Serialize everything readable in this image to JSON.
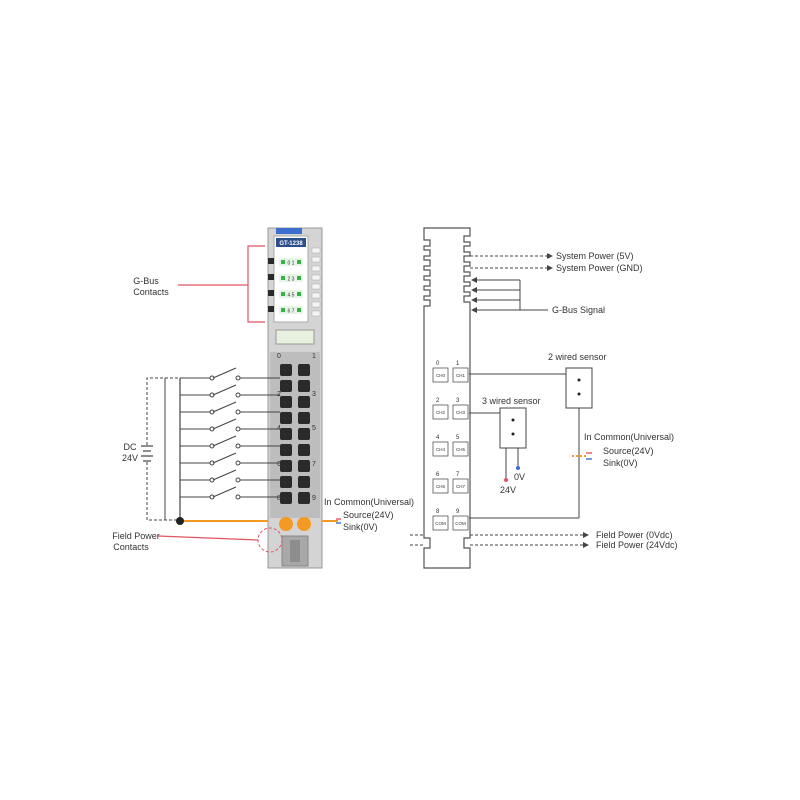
{
  "module": {
    "model": "GT-1238",
    "led_labels": [
      "0 1",
      "2 3",
      "4 5",
      "6 7"
    ],
    "terminal_numbers": [
      "0",
      "1",
      "2",
      "3",
      "4",
      "5",
      "6",
      "7",
      "8",
      "9"
    ]
  },
  "left_labels": {
    "gbus_line1": "G-Bus",
    "gbus_line2": "Contacts",
    "dc_line1": "DC",
    "dc_line2": "24V",
    "field_power_line1": "Field Power",
    "field_power_line2": "Contacts",
    "in_common": "In Common(Universal)",
    "source": "Source(24V)",
    "sink": "Sink(0V)"
  },
  "schematic": {
    "system_power_5v": "System Power (5V)",
    "system_power_gnd": "System Power (GND)",
    "gbus_signal": "G-Bus Signal",
    "two_wired_sensor": "2 wired sensor",
    "three_wired_sensor": "3 wired sensor",
    "in_common": "In Common(Universal)",
    "source": "Source(24V)",
    "sink": "Sink(0V)",
    "zero_v": "0V",
    "v24": "24V",
    "field_power_0v": "Field Power (0Vdc)",
    "field_power_24v": "Field Power (24Vdc)",
    "channels": [
      {
        "num": "0",
        "label": "CH0"
      },
      {
        "num": "1",
        "label": "CH1"
      },
      {
        "num": "2",
        "label": "CH2"
      },
      {
        "num": "3",
        "label": "CH3"
      },
      {
        "num": "4",
        "label": "CH4"
      },
      {
        "num": "5",
        "label": "CH5"
      },
      {
        "num": "6",
        "label": "CH6"
      },
      {
        "num": "7",
        "label": "CH7"
      },
      {
        "num": "8",
        "label": "COM"
      },
      {
        "num": "9",
        "label": "COM"
      }
    ]
  },
  "colors": {
    "line": "#444444",
    "red": "#e05560",
    "orange": "#f39a24",
    "blue": "#3a6fcf",
    "green": "#3cb04a",
    "module_body": "#c9c9c9",
    "module_dark": "#2a2a2a"
  }
}
